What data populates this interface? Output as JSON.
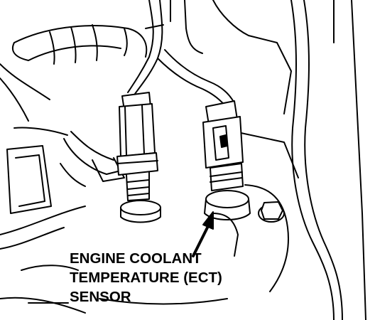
{
  "label": {
    "line1": "ENGINE COOLANT",
    "line2": "TEMPERATURE (ECT)",
    "line3": "SENSOR"
  },
  "colors": {
    "ink": "#000000",
    "paper": "#ffffff"
  }
}
